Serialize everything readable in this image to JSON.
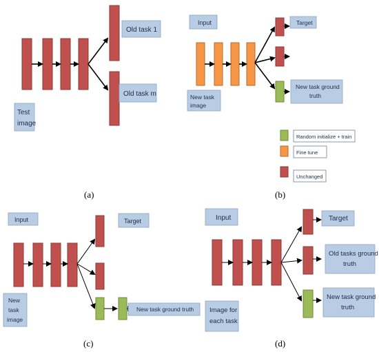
{
  "colors": {
    "unchanged": "#c0504d",
    "fine_tune": "#f79646",
    "random_init": "#9bbb59",
    "label_box": "#b8cce4"
  },
  "panel_a": {
    "caption": "(a)",
    "test_image": [
      "Test",
      "image"
    ],
    "old_task_1": "Old task 1",
    "old_task_m": "Old task m"
  },
  "panel_b": {
    "caption": "(b)",
    "input": "Input",
    "target": "Target",
    "new_task_image": [
      "New task",
      "image"
    ],
    "new_task_gt": [
      "New task ground",
      "truth"
    ],
    "legend": [
      {
        "color": "green",
        "label": "Random initialize + train"
      },
      {
        "color": "orange",
        "label": "Fine tune"
      },
      {
        "color": "red",
        "label": "Unchanged"
      }
    ]
  },
  "panel_c": {
    "caption": "(c)",
    "input": "Input",
    "target": "Target",
    "new_task_image": [
      "New",
      "task",
      "image"
    ],
    "new_task_gt": "New task ground truth"
  },
  "panel_d": {
    "caption": "(d)",
    "input": "Input",
    "target": "Target",
    "old_tasks_gt": [
      "Old tasks ground",
      "truth"
    ],
    "new_task_gt": [
      "New task ground",
      "truth"
    ],
    "image_for_each_task": [
      "Image for",
      "each task"
    ]
  }
}
